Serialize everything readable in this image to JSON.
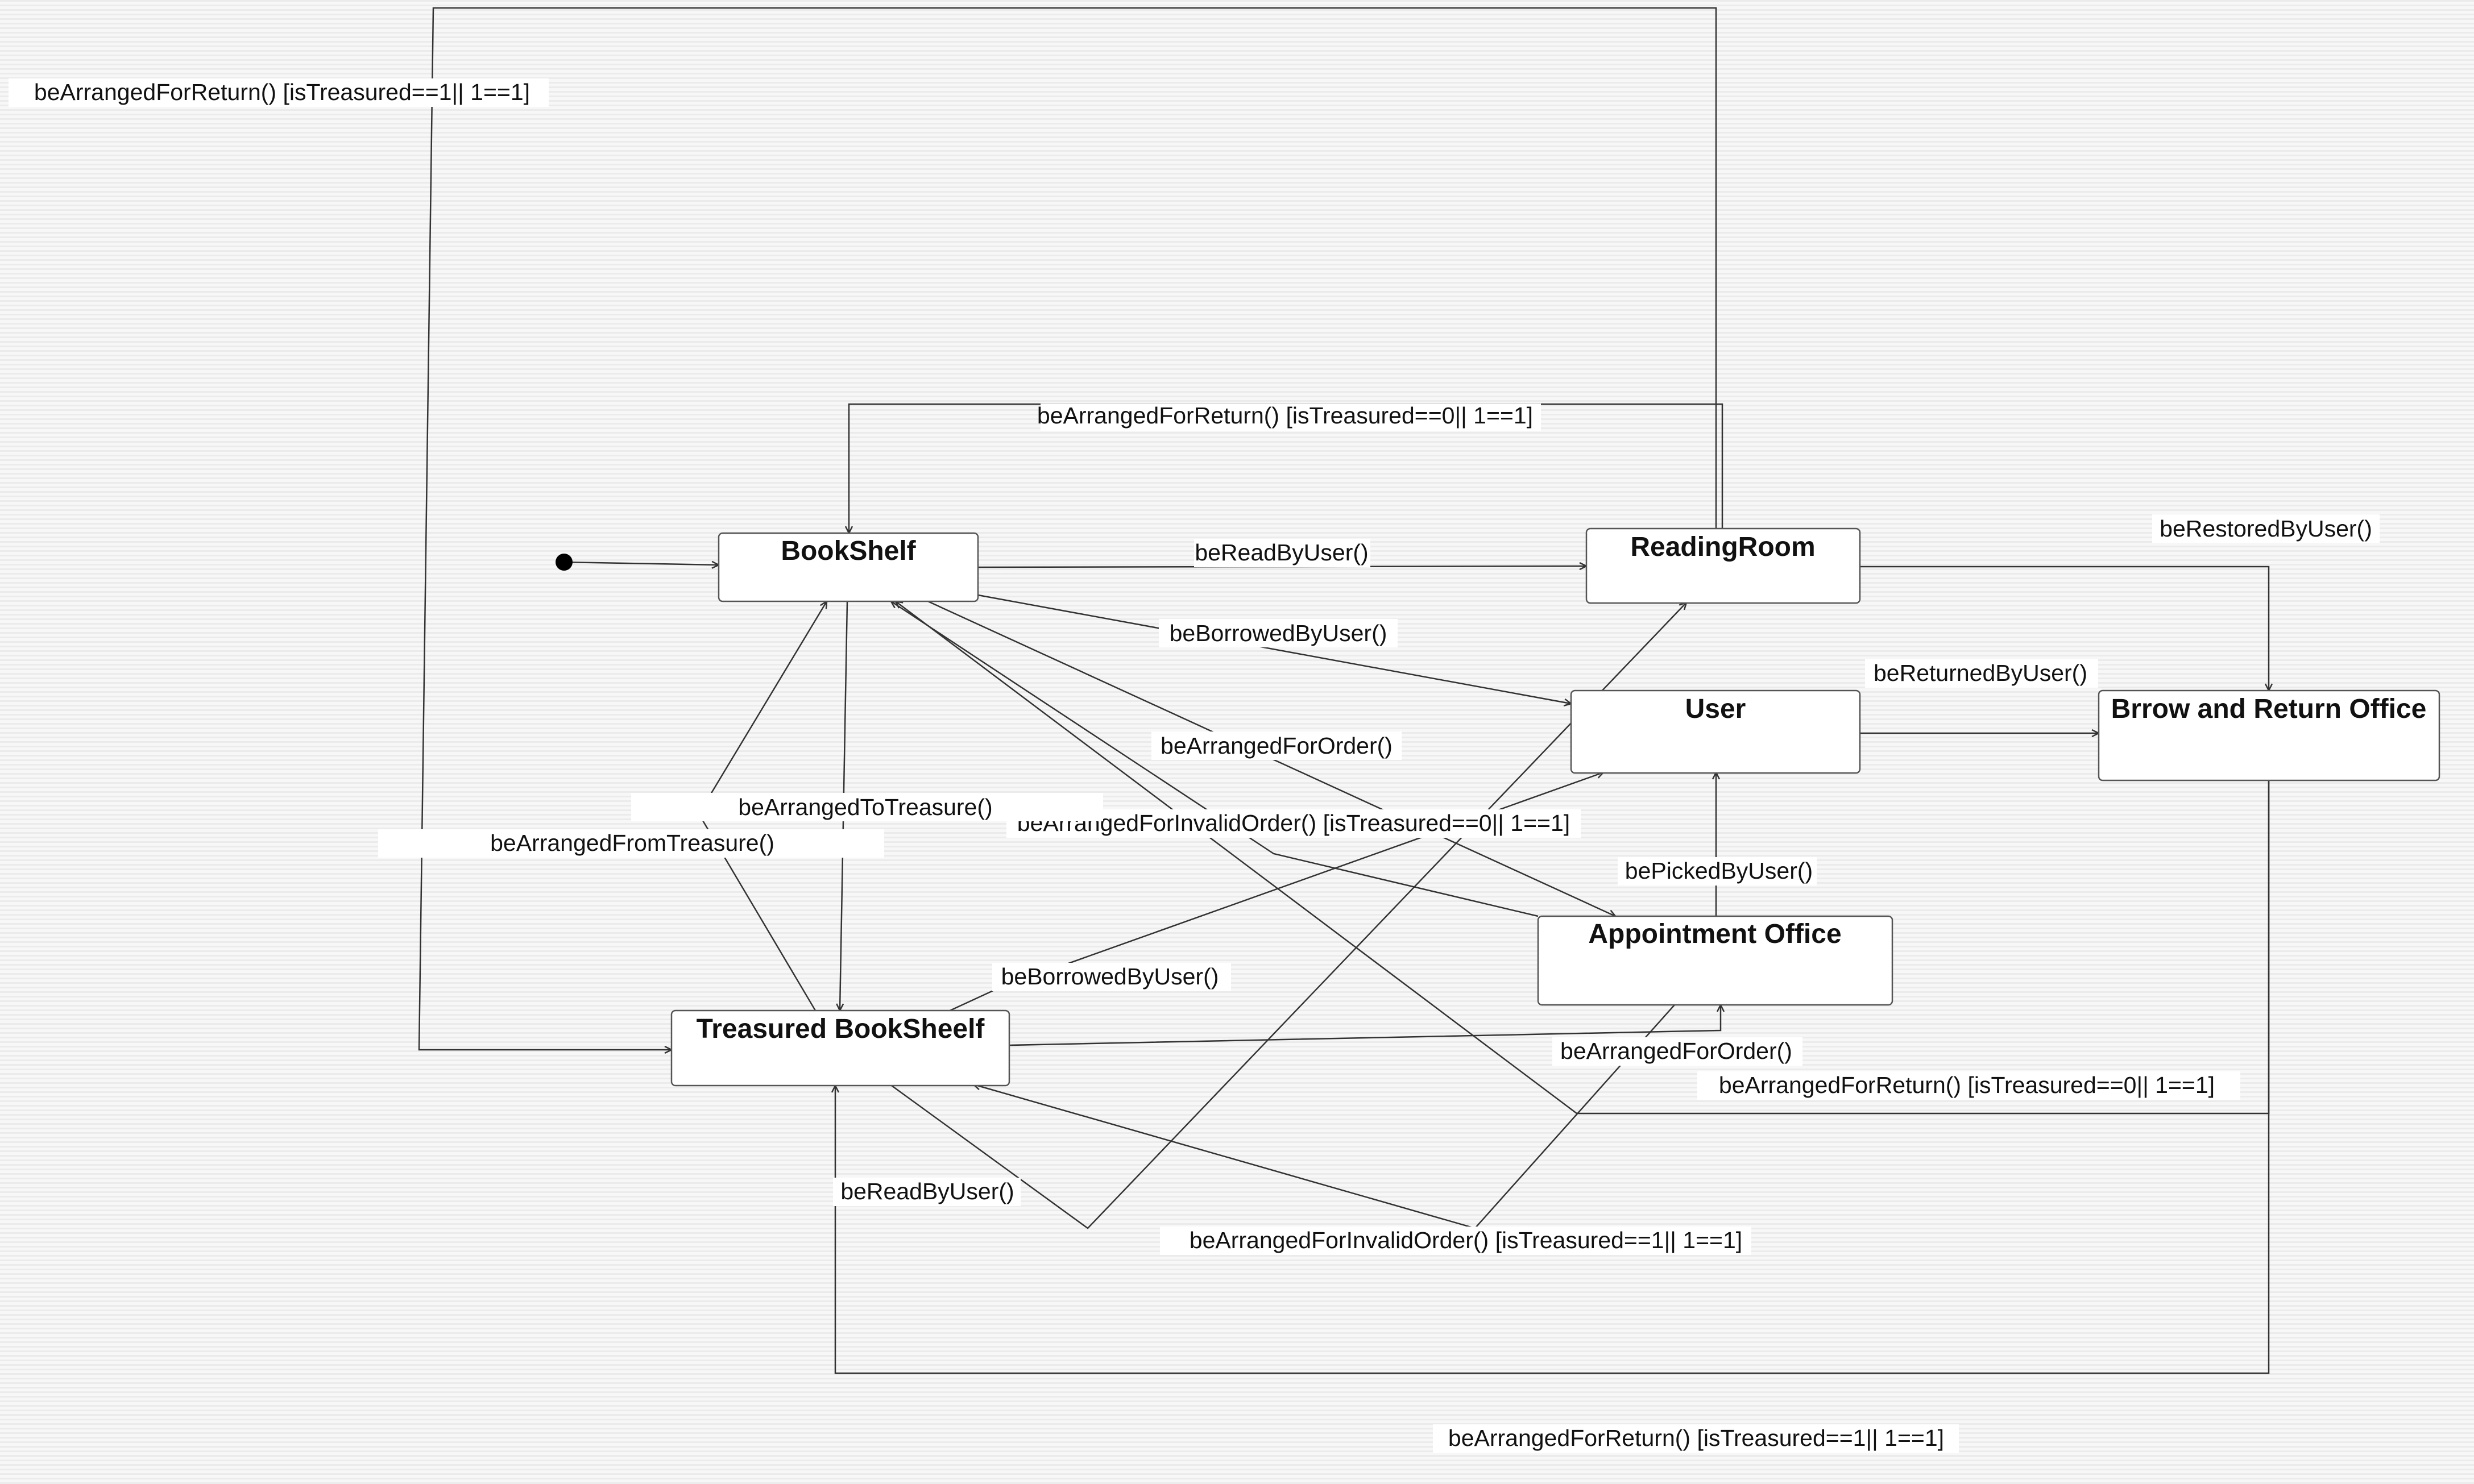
{
  "initial_state": "initial",
  "states": [
    {
      "id": "bookshelf",
      "name": "BookShelf"
    },
    {
      "id": "reading_room",
      "name": "ReadingRoom"
    },
    {
      "id": "user",
      "name": "User"
    },
    {
      "id": "borrow_return_office",
      "name": "Brrow and Return Office"
    },
    {
      "id": "appointment_office",
      "name": "Appointment Office"
    },
    {
      "id": "treasured_bookshelf",
      "name": "Treasured BookSheelf"
    }
  ],
  "transitions": [
    {
      "from": "initial",
      "to": "bookshelf",
      "label": ""
    },
    {
      "from": "bookshelf",
      "to": "reading_room",
      "label": "beReadByUser()"
    },
    {
      "from": "bookshelf",
      "to": "user",
      "label": "beBorrowedByUser()"
    },
    {
      "from": "bookshelf",
      "to": "appointment_office",
      "label": "beArrangedForOrder()"
    },
    {
      "from": "appointment_office",
      "to": "bookshelf",
      "label": "beArrangedForInvalidOrder() [isTreasured==0|| 1==1]"
    },
    {
      "from": "bookshelf",
      "to": "treasured_bookshelf",
      "label": "beArrangedToTreasure()"
    },
    {
      "from": "treasured_bookshelf",
      "to": "bookshelf",
      "label": "beArrangedFromTreasure()"
    },
    {
      "from": "reading_room",
      "to": "bookshelf",
      "label": "beArrangedForReturn() [isTreasured==0|| 1==1]"
    },
    {
      "from": "reading_room",
      "to": "treasured_bookshelf",
      "label": "beArrangedForReturn() [isTreasured==1|| 1==1]"
    },
    {
      "from": "reading_room",
      "to": "borrow_return_office",
      "label": "beRestoredByUser()"
    },
    {
      "from": "user",
      "to": "borrow_return_office",
      "label": "beReturnedByUser()"
    },
    {
      "from": "appointment_office",
      "to": "user",
      "label": "bePickedByUser()"
    },
    {
      "from": "treasured_bookshelf",
      "to": "user",
      "label": "beBorrowedByUser()"
    },
    {
      "from": "treasured_bookshelf",
      "to": "appointment_office",
      "label": "beArrangedForOrder()"
    },
    {
      "from": "treasured_bookshelf",
      "to": "reading_room",
      "label": "beReadByUser()"
    },
    {
      "from": "appointment_office",
      "to": "treasured_bookshelf",
      "label": "beArrangedForInvalidOrder() [isTreasured==1|| 1==1]"
    },
    {
      "from": "borrow_return_office",
      "to": "bookshelf",
      "label": "beArrangedForReturn() [isTreasured==0|| 1==1]"
    },
    {
      "from": "borrow_return_office",
      "to": "treasured_bookshelf",
      "label": "beArrangedForReturn() [isTreasured==1|| 1==1]"
    }
  ]
}
